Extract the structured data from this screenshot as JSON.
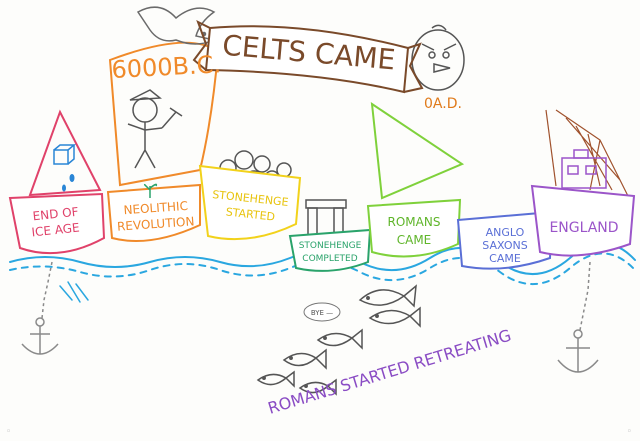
{
  "banner": {
    "title": "CELTS CAME"
  },
  "dates": {
    "bc": "6000B.C.",
    "ad": "0A.D."
  },
  "boats": [
    {
      "line1": "END OF",
      "line2": "ICE AGE",
      "color": "#e0426a"
    },
    {
      "line1": "NEOLITHIC",
      "line2": "REVOLUTION",
      "color": "#f08a2a"
    },
    {
      "line1": "STONEHENGE",
      "line2": "STARTED",
      "color": "#f2d21b"
    },
    {
      "line1": "STONEHENGE",
      "line2": "COMPLETED",
      "color": "#2aa36b"
    },
    {
      "line1": "ROMANS",
      "line2": "CAME",
      "color": "#7fd13b"
    },
    {
      "line1": "ANGLO",
      "line2": "SAXONS",
      "line3": "CAME",
      "color": "#5a6fd6"
    },
    {
      "line1": "ENGLAND",
      "color": "#9b55c9"
    }
  ],
  "fish_speech": "BYE —",
  "caption": "ROMANS STARTED RETREATING",
  "colors": {
    "banner": "#7a4a2a",
    "water": "#2aa7e0",
    "caption": "#8a4cc4"
  },
  "icons": [
    "bird-icon",
    "angry-bird-icon",
    "anchor-icon",
    "fish-icon",
    "seedling-icon",
    "ice-cube-icon",
    "water-drop-icon",
    "trilithon-icon",
    "rocks-icon",
    "fishing-net-icon",
    "boy-with-axe-icon"
  ]
}
